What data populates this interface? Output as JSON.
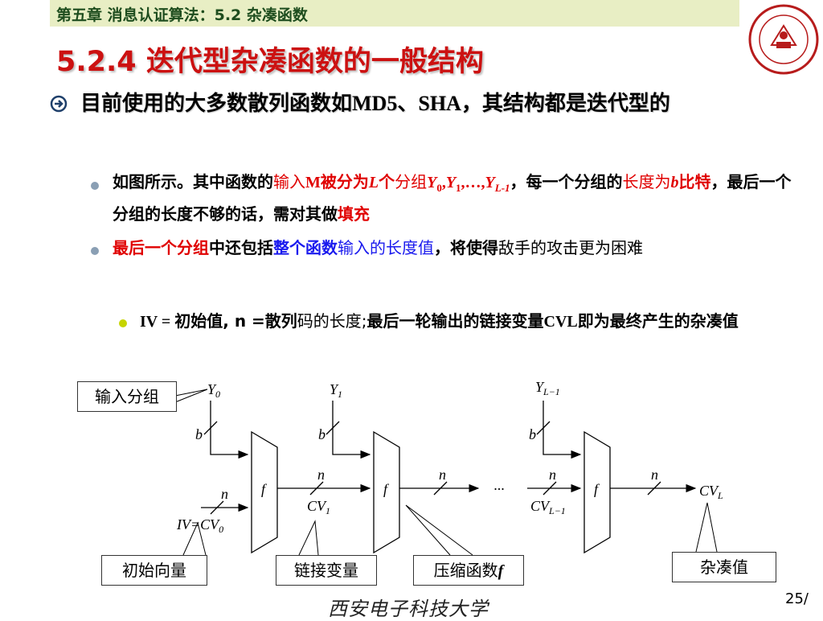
{
  "header": {
    "chapter": "第五章 消息认证算法：5.2 杂凑函数"
  },
  "title": "5.2.4 迭代型杂凑函数的一般结构",
  "bullet1": {
    "pre": "目前使用的大多数散列函数如",
    "md5": "MD5",
    "sep": "、",
    "sha": "SHA",
    "comma": "，",
    "post": "其结构都是迭代型的"
  },
  "bullet2": {
    "p1": "如图所示。其中函数的",
    "p2": "输入",
    "p3": "M",
    "p4": "被分为",
    "p5": "L",
    "p6": "个",
    "p7": "分组",
    "y0": "Y",
    "y0_sub": "0",
    "y1_sep": ",",
    "y1": "Y",
    "y1_sub": "1",
    "ellipsis": ",…,",
    "yl": "Y",
    "yl_sub": "L-1",
    "p8": "，",
    "p9": "每一个分组的",
    "p10": "长度为",
    "p11": "b",
    "p12": "比特",
    "p13": "，",
    "p14": "最后一个分组的长度不够的话，需对其做",
    "p15": "填充"
  },
  "bullet3": {
    "p1": "最后一个分组",
    "p2": "中还包括",
    "p3": "整个函数",
    "p4": "输入的长度值",
    "p5": "，",
    "p6": "将使得",
    "p7": "敌手的攻击更为困难"
  },
  "bullet4": {
    "p1": "IV = ",
    "p2": "初始值, n =",
    "p3": "散列",
    "p4": "码的长度;",
    "p5": "最后一轮输出的链接变量",
    "p6": "CVL",
    "p7": "即为最终产生的杂凑值"
  },
  "diagram": {
    "y0": "Y",
    "y0_sub": "0",
    "y1": "Y",
    "y1_sub": "1",
    "yl": "Y",
    "yl_sub": "L−1",
    "b": "b",
    "f": "f",
    "n": "n",
    "cv1": "CV",
    "cv1_sub": "1",
    "cvl1": "CV",
    "cvl1_sub": "L−1",
    "cvl": "CV",
    "cvl_sub": "L",
    "iv": "IV=CV",
    "iv_sub": "0",
    "dots": "···"
  },
  "callouts": {
    "input_block": "输入分组",
    "init_vector": "初始向量",
    "chain_var": "链接变量",
    "compress": "压缩函数",
    "compress_f": "f",
    "hash_value": "杂凑值"
  },
  "footer": {
    "school": "西安电子科技大学",
    "page": "25/"
  }
}
